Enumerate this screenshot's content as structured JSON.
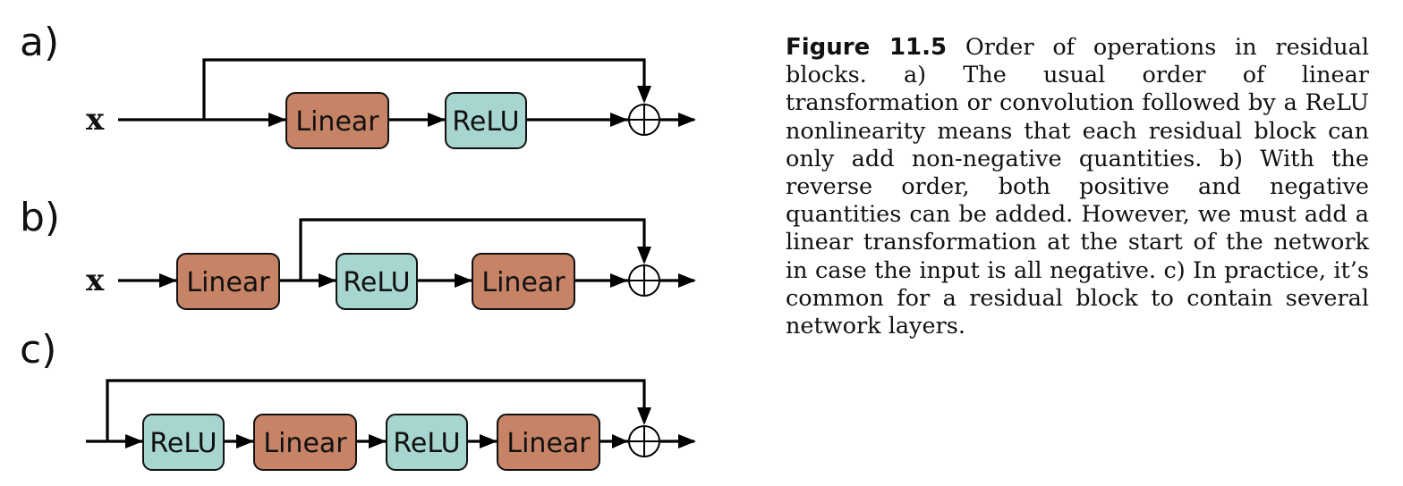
{
  "diagram": {
    "colors": {
      "linear_fill": "#C68366",
      "relu_fill": "#A7D5CF",
      "line": "#000000"
    },
    "panels": [
      {
        "id": "a",
        "label": "a)",
        "input_label": "x",
        "blocks": [
          {
            "type": "linear",
            "text": "Linear"
          },
          {
            "type": "relu",
            "text": "ReLU"
          }
        ]
      },
      {
        "id": "b",
        "label": "b)",
        "input_label": "x",
        "blocks": [
          {
            "type": "linear",
            "text": "Linear"
          },
          {
            "type": "relu",
            "text": "ReLU"
          },
          {
            "type": "linear",
            "text": "Linear"
          }
        ]
      },
      {
        "id": "c",
        "label": "c)",
        "input_label": "",
        "blocks": [
          {
            "type": "relu",
            "text": "ReLU"
          },
          {
            "type": "linear",
            "text": "Linear"
          },
          {
            "type": "relu",
            "text": "ReLU"
          },
          {
            "type": "linear",
            "text": "Linear"
          }
        ]
      }
    ]
  },
  "caption": {
    "figure_number": "Figure 11.5",
    "text": "Order of operations in residual blocks. a) The usual order of linear transformation or convolution followed by a ReLU nonlinearity means that each residual block can only add non-negative quantities. b) With the reverse order, both positive and negative quantities can be added. However, we must add a linear transformation at the start of the network in case the input is all negative. c) In practice, it’s common for a residual block to contain several network layers."
  }
}
